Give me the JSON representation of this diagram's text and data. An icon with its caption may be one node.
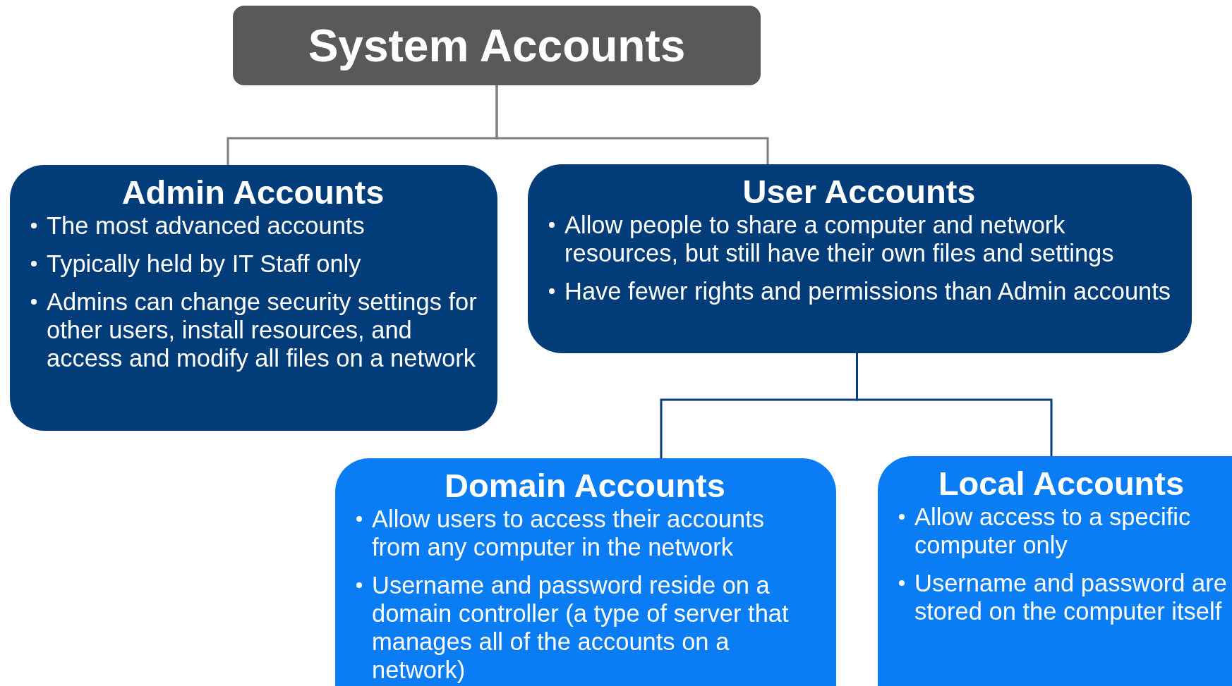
{
  "diagram": {
    "nodes": [
      {
        "text": [
          "System Accounts"
        ]
      },
      {
        "text": [
          "Admin Accounts",
          "The most advanced accounts",
          "Typically held by IT Staff only",
          "Admins can change security settings for other users, install resources, and access and modify all files on a network"
        ]
      },
      {
        "text": [
          "User Accounts",
          "Allow people to share a computer and network resources, but still have their own files and settings",
          "Have fewer rights and permissions than Admin accounts"
        ]
      },
      {
        "text": [
          "Domain Accounts",
          "Allow users to access their accounts from any computer in the network",
          "Username and password reside on a domain controller (a type of server that manages all of the accounts on a network)"
        ]
      },
      {
        "text": [
          "Local Accounts",
          "Allow access to a specific computer only",
          "Username and password are stored on the computer itself"
        ]
      }
    ],
    "edges": [
      {
        "from": 0,
        "to": 1,
        "arrow": "none"
      },
      {
        "from": 0,
        "to": 2,
        "arrow": "none"
      },
      {
        "from": 2,
        "to": 3,
        "arrow": "none",
        "color": "#0b3d78"
      },
      {
        "from": 2,
        "to": 4,
        "arrow": "none",
        "color": "#0b3d78"
      }
    ]
  }
}
